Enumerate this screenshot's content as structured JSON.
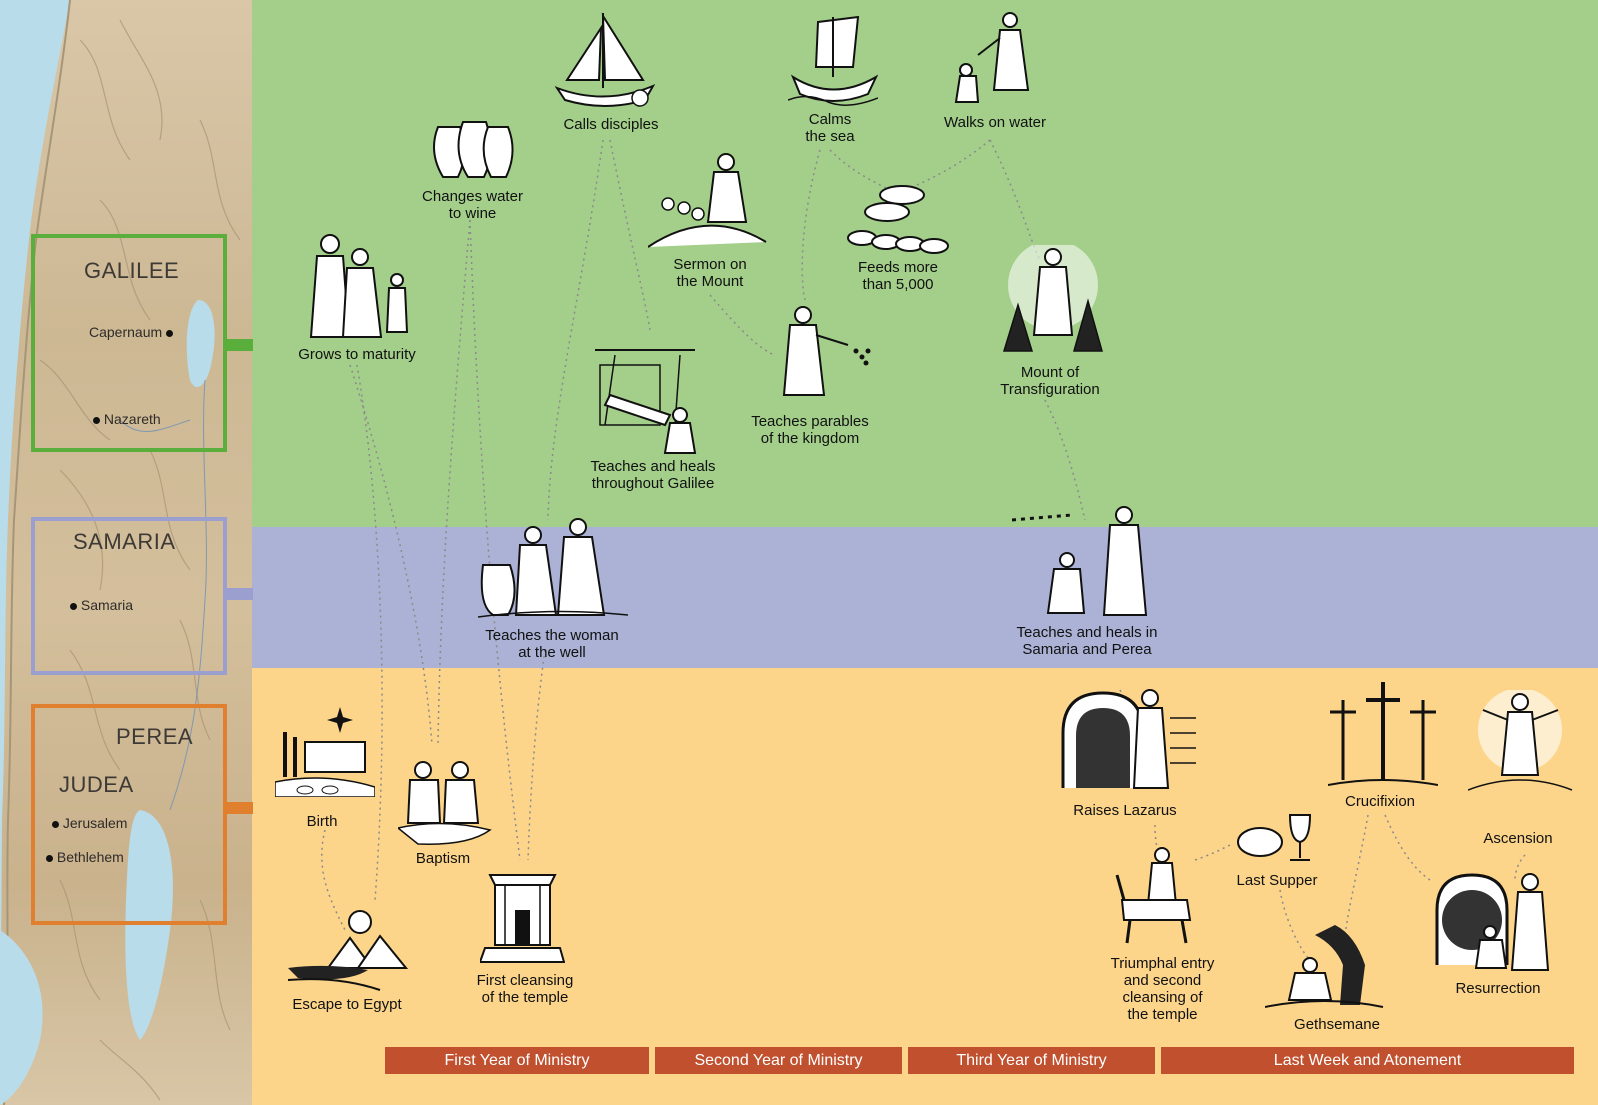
{
  "regions": {
    "galilee": {
      "name": "GALILEE",
      "cities": [
        "Capernaum",
        "Nazareth"
      ]
    },
    "samaria": {
      "name": "SAMARIA",
      "cities": [
        "Samaria"
      ]
    },
    "judea": {
      "name_perea": "PEREA",
      "name_judea": "JUDEA",
      "cities": [
        "Jerusalem",
        "Bethlehem"
      ]
    }
  },
  "events": {
    "calls_disciples": "Calls disciples",
    "calms_sea_1": "Calms",
    "calms_sea_2": "the sea",
    "walks_on_water": "Walks on water",
    "changes_water_1": "Changes water",
    "changes_water_2": "to wine",
    "sermon_mount_1": "Sermon on",
    "sermon_mount_2": "the Mount",
    "feeds_1": "Feeds more",
    "feeds_2": "than 5,000",
    "grows": "Grows to maturity",
    "transfig_1": "Mount of",
    "transfig_2": "Transfiguration",
    "parables_1": "Teaches parables",
    "parables_2": "of the kingdom",
    "heals_galilee_1": "Teaches and heals",
    "heals_galilee_2": "throughout Galilee",
    "woman_well_1": "Teaches the woman",
    "woman_well_2": "at the well",
    "heals_samaria_1": "Teaches and heals in",
    "heals_samaria_2": "Samaria and Perea",
    "birth": "Birth",
    "baptism": "Baptism",
    "escape_egypt": "Escape to Egypt",
    "first_cleansing_1": "First cleansing",
    "first_cleansing_2": "of the temple",
    "raises_lazarus": "Raises Lazarus",
    "crucifixion": "Crucifixion",
    "ascension": "Ascension",
    "last_supper": "Last Supper",
    "triumphal_1": "Triumphal entry",
    "triumphal_2": "and second",
    "triumphal_3": "cleansing of",
    "triumphal_4": "the temple",
    "gethsemane": "Gethsemane",
    "resurrection": "Resurrection"
  },
  "years": [
    "First Year of Ministry",
    "Second Year of Ministry",
    "Third Year of Ministry",
    "Last Week and Atonement"
  ],
  "colors": {
    "galilee_band": "#a4cf8b",
    "samaria_band": "#abb2d5",
    "judea_band": "#fcd58a",
    "galilee_border": "#5aaf3c",
    "samaria_border": "#9a9fd0",
    "judea_border": "#e07f2e",
    "year_bar": "#c0502e"
  }
}
